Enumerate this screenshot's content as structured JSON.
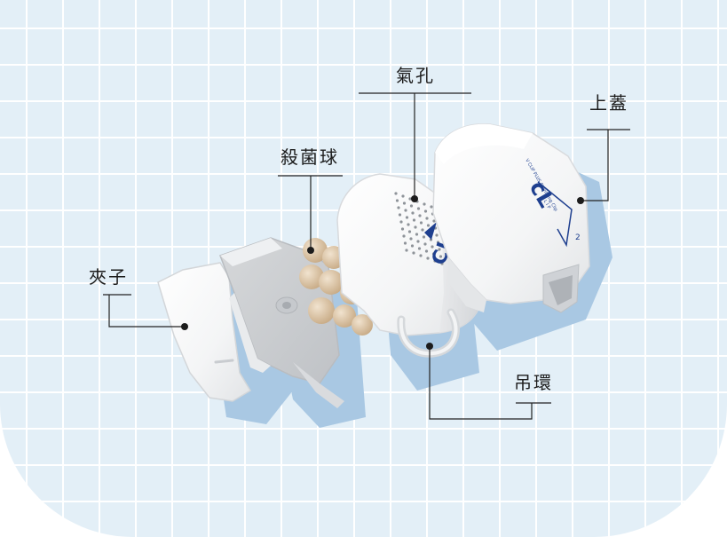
{
  "callouts": {
    "clip": "夾子",
    "sterile_beads": "殺菌球",
    "air_hole": "氣孔",
    "top_cover": "上蓋",
    "lanyard": "吊環"
  },
  "product": {
    "mid_logo": "CLIP+",
    "cover_logo": "cL",
    "cover_sup": "2",
    "cover_small_1": "C L I P",
    "cover_small_2": "V CLIP PLUS Sterilizing Clip"
  },
  "colors": {
    "grid_bg": "#e3eff7",
    "shadow": "#a9c8e3",
    "plastic": "#f7f8f9",
    "bead": "#d8c1a2",
    "logo": "#1e3f8f"
  }
}
